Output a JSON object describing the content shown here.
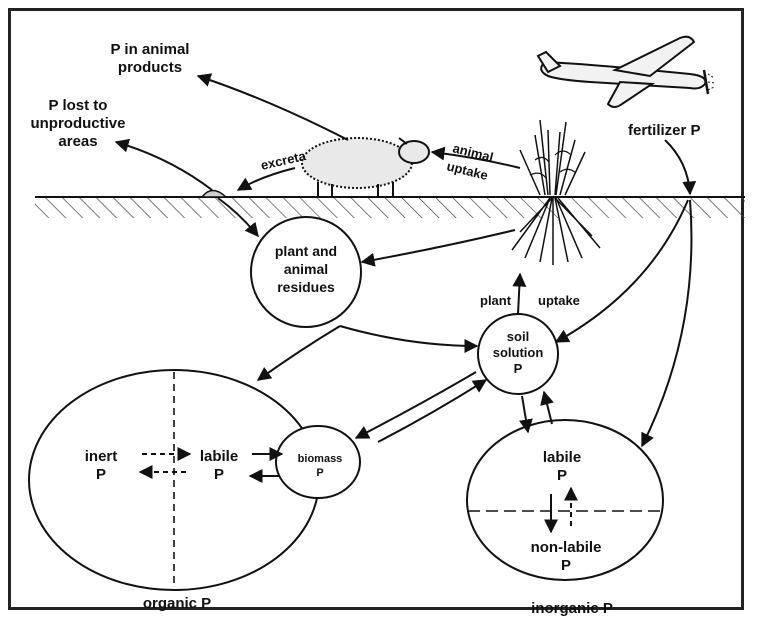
{
  "colors": {
    "ink": "#111111",
    "hatch": "#444444",
    "background": "#ffffff",
    "sheep": "#e9e9e9"
  },
  "icons": [
    "airplane-icon",
    "sheep-icon",
    "plant-icon",
    "manure-pile-icon"
  ],
  "labels": {
    "p_animal_products_1": "P in animal",
    "p_animal_products_2": "products",
    "p_lost_1": "P lost to",
    "p_lost_2": "unproductive",
    "p_lost_3": "areas",
    "excreta": "excreta",
    "animal": "animal",
    "uptake": "uptake",
    "fertilizer": "fertilizer P",
    "residues_1": "plant and",
    "residues_2": "animal",
    "residues_3": "residues",
    "plant": "plant",
    "plant_uptake": "uptake",
    "soil_1": "soil",
    "soil_2": "solution",
    "soil_3": "P",
    "inert_1": "inert",
    "inert_2": "P",
    "labile_org_1": "labile",
    "labile_org_2": "P",
    "biomass_1": "biomass",
    "biomass_2": "P",
    "organic": "organic P",
    "labile_inorg_1": "labile",
    "labile_inorg_2": "P",
    "nonlabile_1": "non-labile",
    "nonlabile_2": "P",
    "inorganic": "inorganic P"
  }
}
